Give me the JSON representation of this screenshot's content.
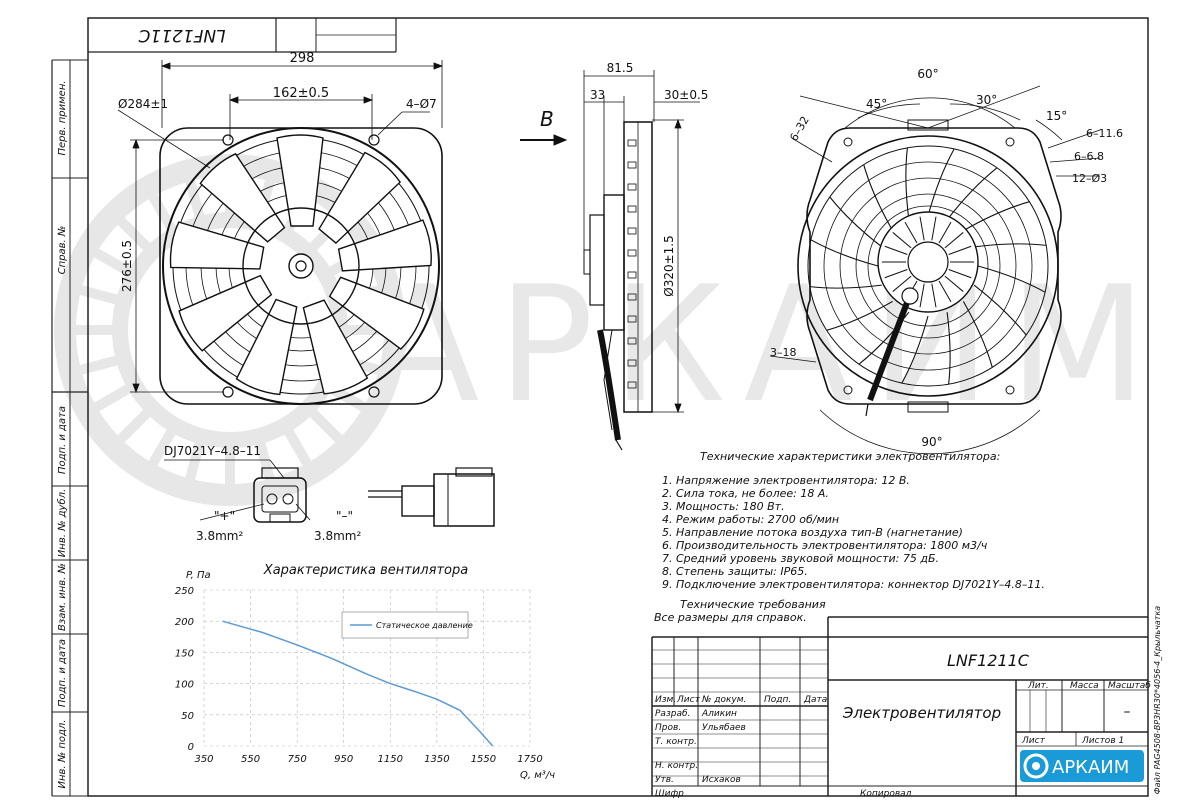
{
  "title_block": {
    "model_upper": "LNF1211C",
    "model": "LNF1211C",
    "name": "Электровентилятор",
    "lit": "Лит.",
    "mass": "Масса",
    "scale": "Масштаб",
    "scale_value": "–",
    "sheet": "Лист",
    "sheets": "Листов 1",
    "copied": "Копировал",
    "format_label": "Шифр",
    "side_file": "Файл PAG4508-BP3HR30*4056-4_Крыльчатка",
    "head_row": [
      "Изм.",
      "Лист",
      "№ докум.",
      "Подп.",
      "Дата"
    ],
    "rows": [
      {
        "role": "Разраб.",
        "name": "Аликин"
      },
      {
        "role": "Пров.",
        "name": "Ульябаев"
      },
      {
        "role": "Т. контр.",
        "name": ""
      },
      {
        "role": "",
        "name": ""
      },
      {
        "role": "Н. контр.",
        "name": ""
      },
      {
        "role": "Утв.",
        "name": "Исхаков"
      }
    ]
  },
  "left_strip": [
    "Перв. примен.",
    "Справ. №",
    "Подп. и дата",
    "Инв. № дубл.",
    "Взам. инв. №",
    "Подп. и дата",
    "Инв. № подл."
  ],
  "logo": {
    "text": "АРКАИМ",
    "watermark": "АРКАИМ",
    "color": "#1a9ad6"
  },
  "front_view": {
    "width": "298",
    "bolt_spacing": "162±0.5",
    "diameter": "Ø284±1",
    "height": "276±0.5",
    "holes": "4–Ø7"
  },
  "side_view": {
    "direction_label": "B",
    "depth": "81.5",
    "offset": "33",
    "flange": "30±0.5",
    "diameter": "Ø320±1.5"
  },
  "rear_view": {
    "angle_60": "60°",
    "angle_45": "45°",
    "angle_30": "30°",
    "angle_15": "15°",
    "angle_90": "90°",
    "slot_6_32": "6–32",
    "slot_6_11_6": "6–11.6",
    "slot_6_6_8": "6–6.8",
    "holes_12": "12–Ø3",
    "slot_3_18": "3–18"
  },
  "connector": {
    "part": "DJ7021Y–4.8–11",
    "plus": "\"+\"",
    "minus": "\"–\"",
    "wire_plus": "3.8mm²",
    "wire_minus": "3.8mm²"
  },
  "specs": {
    "heading": "Технические характеристики электровентилятора:",
    "items": [
      "1. Напряжение электровентилятора: 12 В.",
      "2. Сила тока, не более: 18 А.",
      "3. Мощность: 180 Вт.",
      "4. Режим работы: 2700 об/мин",
      "5. Направление потока воздуха тип-В (нагнетание)",
      "6. Производительность электровентилятора: 1800 м3/ч",
      "7. Средний уровень звуковой мощности: 75 дБ.",
      "8. Степень защиты: IP65.",
      "9. Подключение электровентилятора: коннектор DJ7021Y–4.8–11."
    ],
    "req_heading": "Технические требования",
    "req_text": "Все размеры для справок."
  },
  "chart_data": {
    "type": "line",
    "title": "Характеристика вентилятора",
    "ylabel": "P, Па",
    "xlabel": "Q, м³/ч",
    "x_ticks": [
      "350",
      "550",
      "750",
      "950",
      "1150",
      "1350",
      "1550",
      "1750"
    ],
    "y_ticks": [
      "0",
      "50",
      "100",
      "150",
      "200",
      "250"
    ],
    "xlim": [
      350,
      1750
    ],
    "ylim": [
      0,
      250
    ],
    "grid": true,
    "legend_position": "top-center",
    "series": [
      {
        "name": "Статическое давление",
        "color": "#5b9bd5",
        "x": [
          430,
          600,
          750,
          900,
          1050,
          1150,
          1250,
          1350,
          1450,
          1530,
          1590
        ],
        "y": [
          200,
          182,
          162,
          140,
          115,
          100,
          88,
          75,
          57,
          25,
          0
        ]
      }
    ]
  }
}
